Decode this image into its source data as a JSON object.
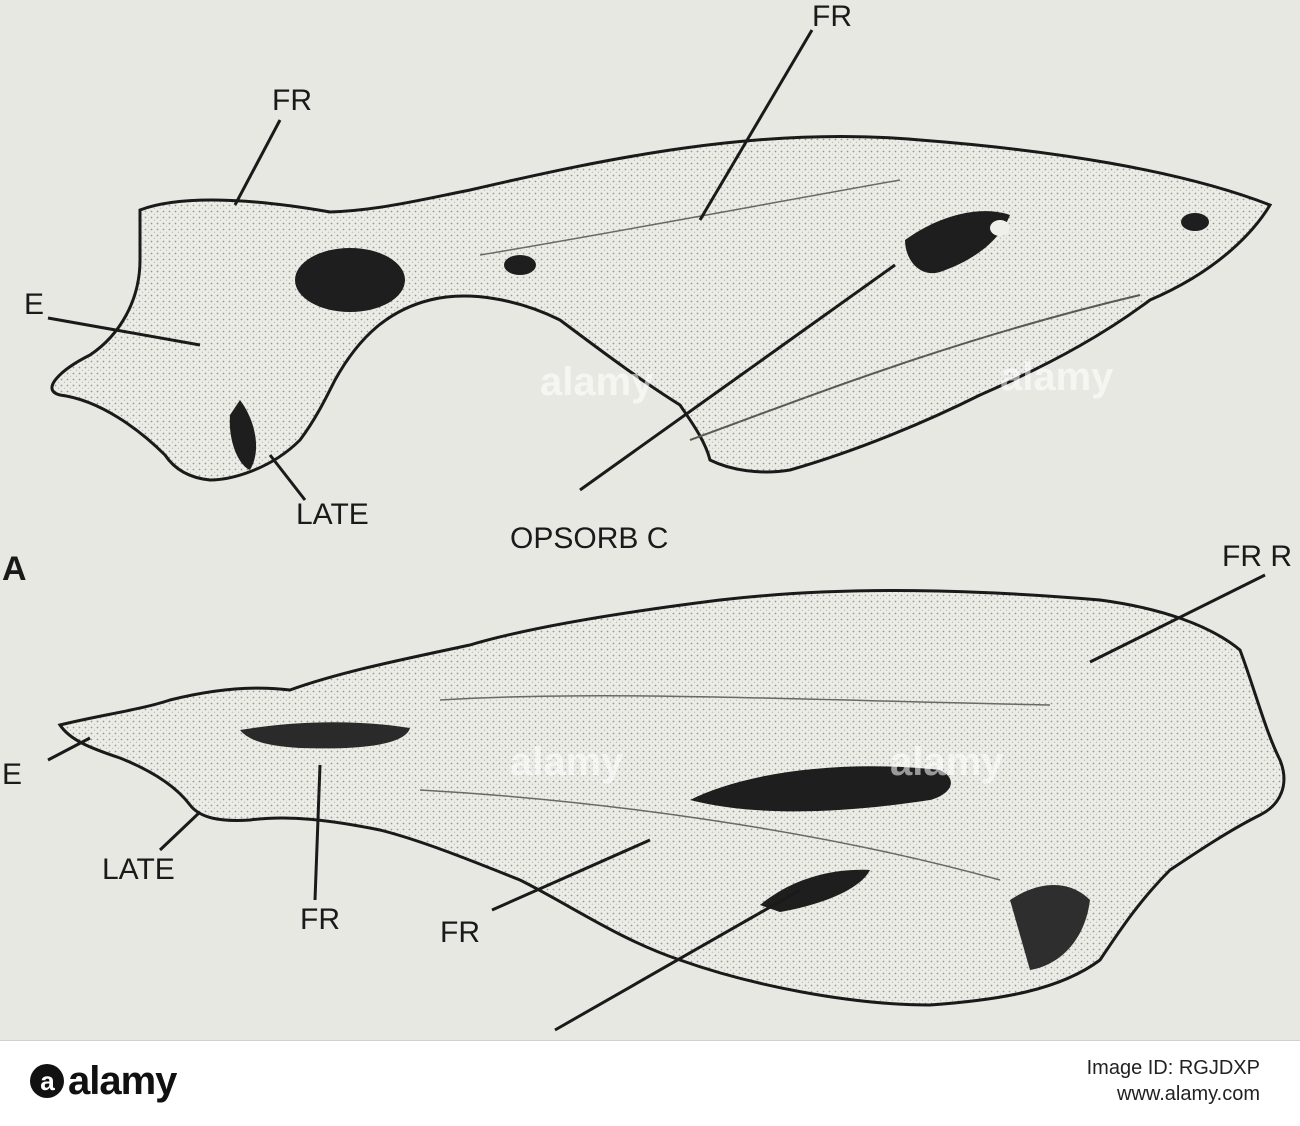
{
  "labels": {
    "a_fr_top": "FR",
    "a_fr_left": "FR",
    "a_e": "E",
    "a_late": "LATE",
    "a_opsorbc": "OPSORB C",
    "a_fig": "A",
    "b_frr": "FR R",
    "b_e": "E",
    "b_late": "LATE",
    "b_fr1": "FR",
    "b_fr2": "FR"
  },
  "footer": {
    "logo_mark": "a",
    "logo_text": "alamy",
    "image_id_label": "Image ID: RGJDXP",
    "site": "www.alamy.com"
  },
  "watermark": "alamy",
  "colors": {
    "background": "#e8e8e3",
    "ink": "#1a1a1a"
  }
}
